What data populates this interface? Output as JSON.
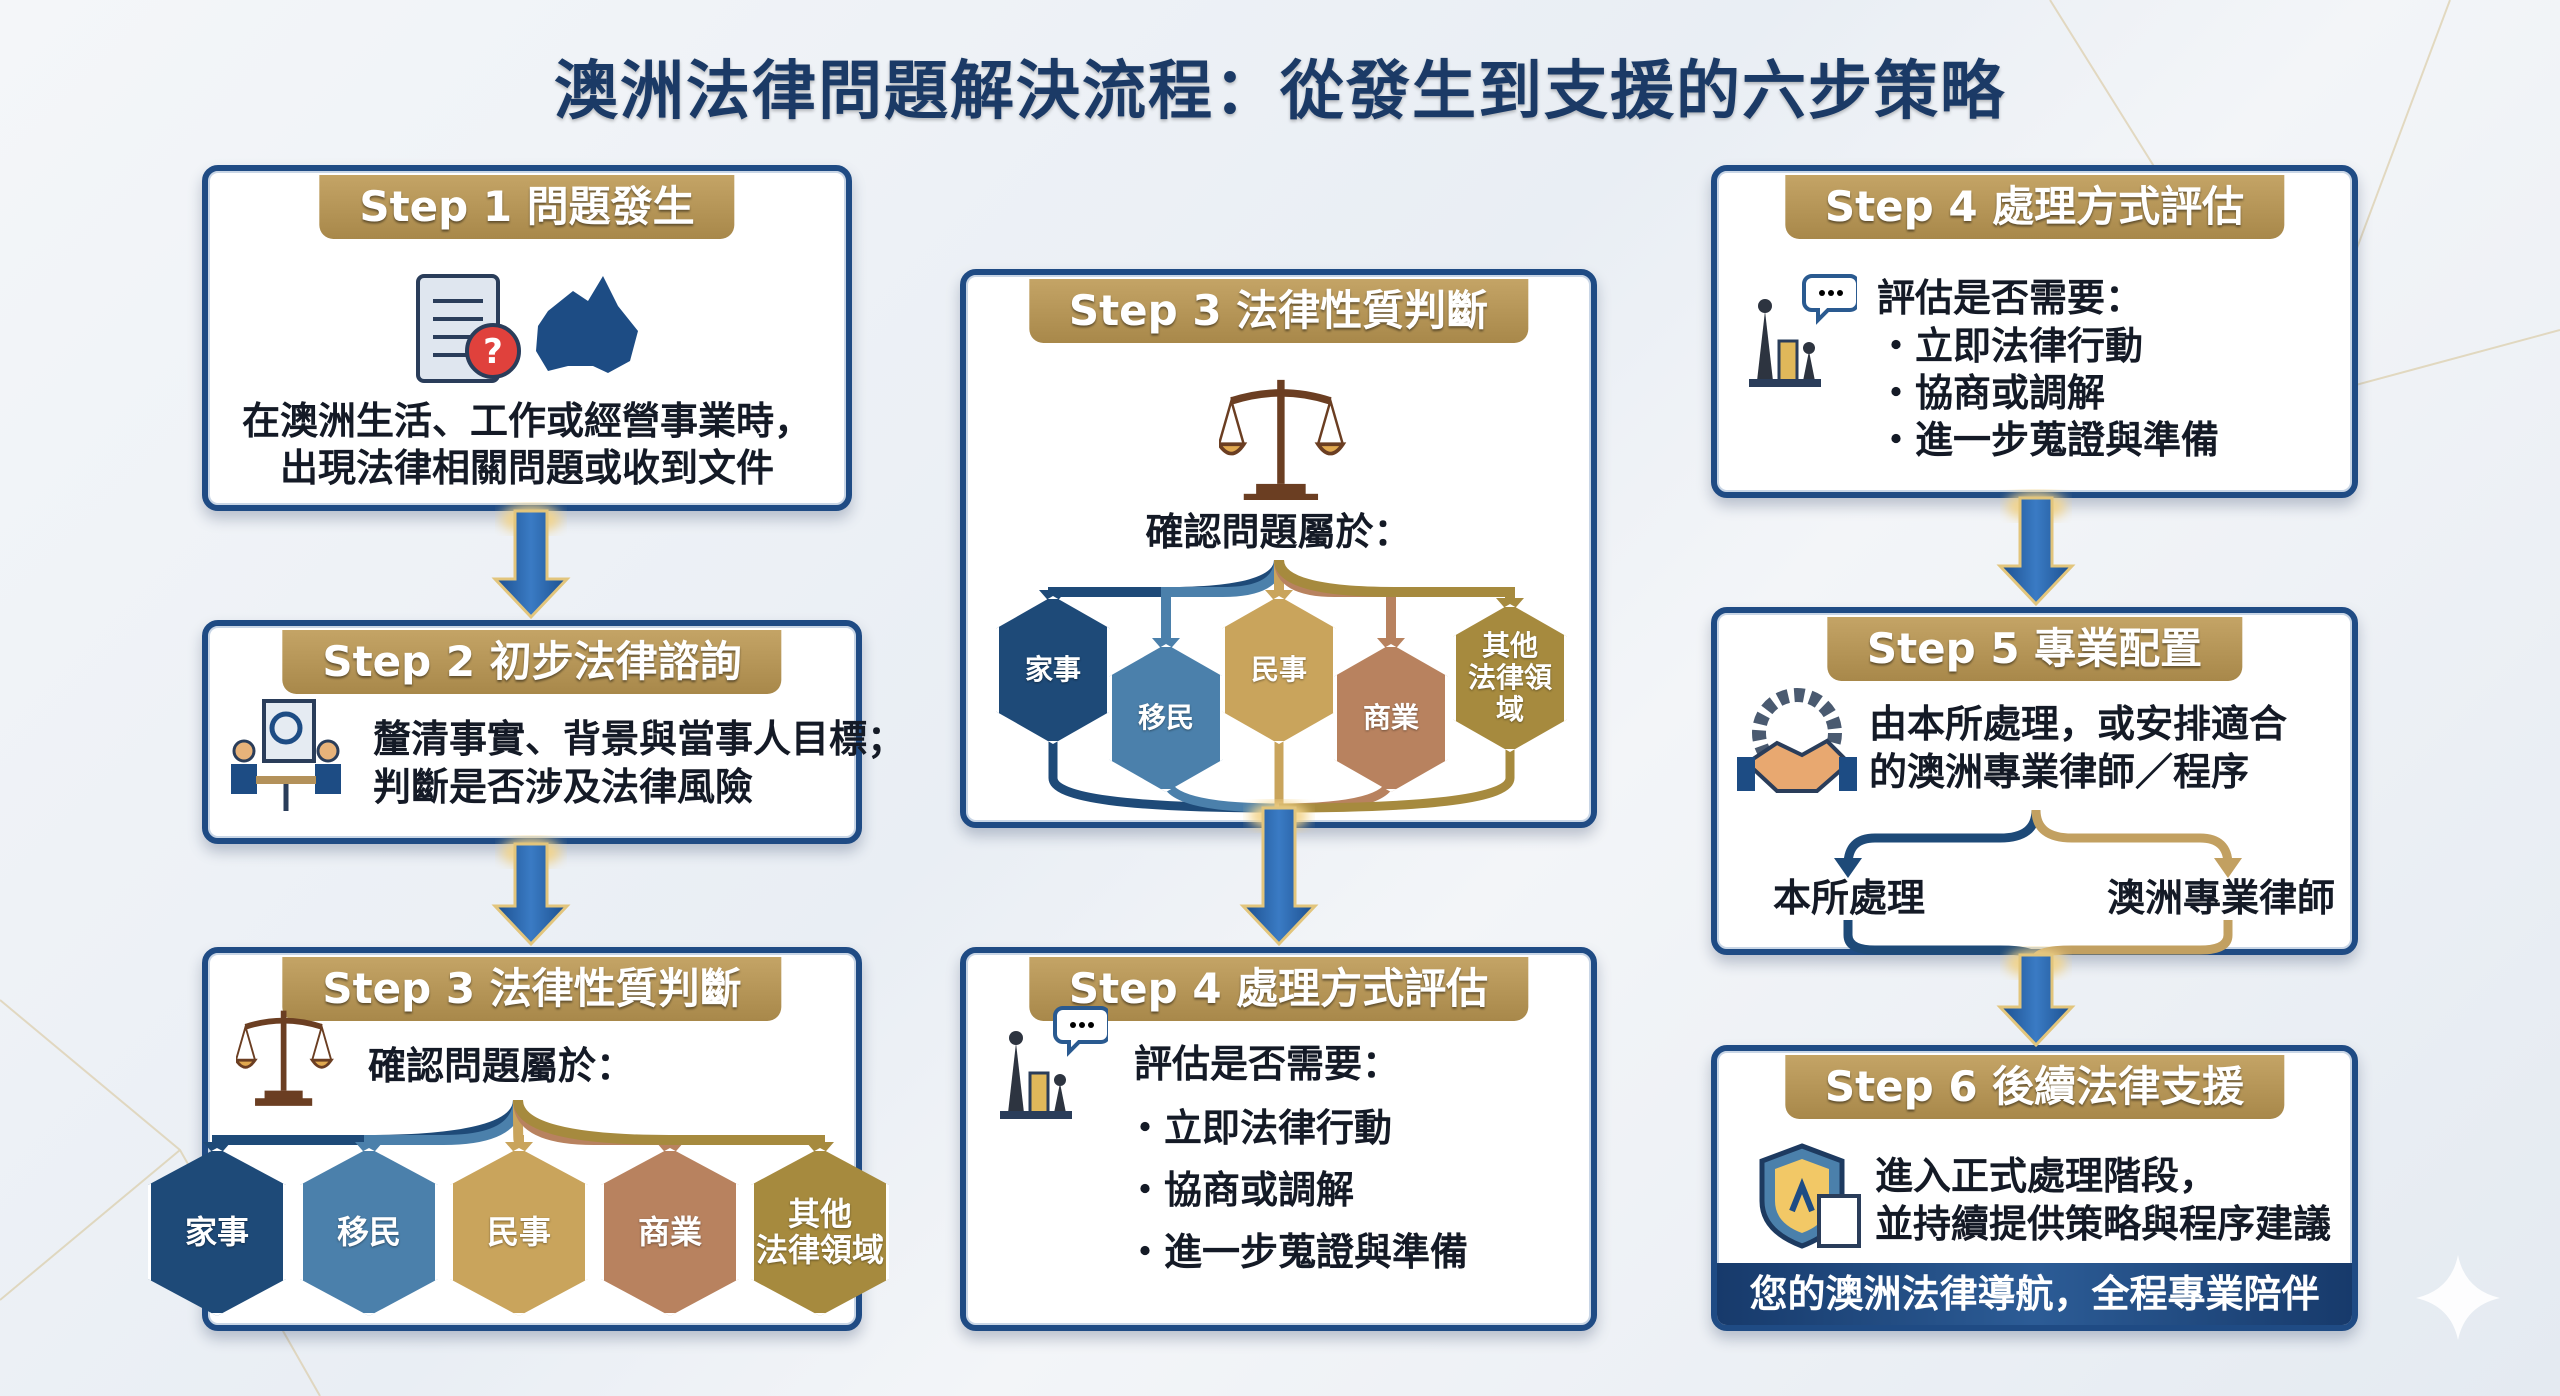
{
  "title": "澳洲法律問題解決流程：從發生到支援的六步策略",
  "colors": {
    "navy": "#1f4b84",
    "gold": "#b39452",
    "cat": [
      "#1e4a78",
      "#4b80ab",
      "#c9a45c",
      "#b8825f",
      "#a68a3e"
    ]
  },
  "step1": {
    "label": "Step 1 問題發生",
    "lines": [
      "在澳洲生活、工作或經營事業時，",
      "出現法律相關問題或收到文件"
    ]
  },
  "step2": {
    "label": "Step 2 初步法律諮詢",
    "lines": [
      "釐清事實、背景與當事人目標；",
      "判斷是否涉及法律風險"
    ]
  },
  "step3_left": {
    "label": "Step 3 法律性質判斷",
    "prompt": "確認問題屬於：",
    "categories": [
      [
        "家事"
      ],
      [
        "移民"
      ],
      [
        "民事"
      ],
      [
        "商業"
      ],
      [
        "其他",
        "法律領域"
      ]
    ]
  },
  "step3_mid": {
    "label": "Step 3 法律性質判斷",
    "prompt": "確認問題屬於：",
    "categories": [
      [
        "家事"
      ],
      [
        "移民"
      ],
      [
        "民事"
      ],
      [
        "商業"
      ],
      [
        "其他",
        "法律領域"
      ]
    ]
  },
  "step4_mid": {
    "label": "Step 4 處理方式評估",
    "prompt": "評估是否需要：",
    "items": [
      "・立即法律行動",
      "・協商或調解",
      "・進一步蒐證與準備"
    ]
  },
  "step4_right": {
    "label": "Step 4 處理方式評估",
    "prompt": "評估是否需要：",
    "items": [
      "・立即法律行動",
      "・協商或調解",
      "・進一步蒐證與準備"
    ]
  },
  "step5": {
    "label": "Step 5 專業配置",
    "lines": [
      "由本所處理，或安排適合",
      "的澳洲專業律師／程序"
    ],
    "options": [
      "本所處理",
      "澳洲專業律師"
    ]
  },
  "step6": {
    "label": "Step 6 後續法律支援",
    "lines": [
      "進入正式處理階段，",
      "並持續提供策略與程序建議"
    ],
    "footer": "您的澳洲法律導航，全程專業陪伴"
  }
}
